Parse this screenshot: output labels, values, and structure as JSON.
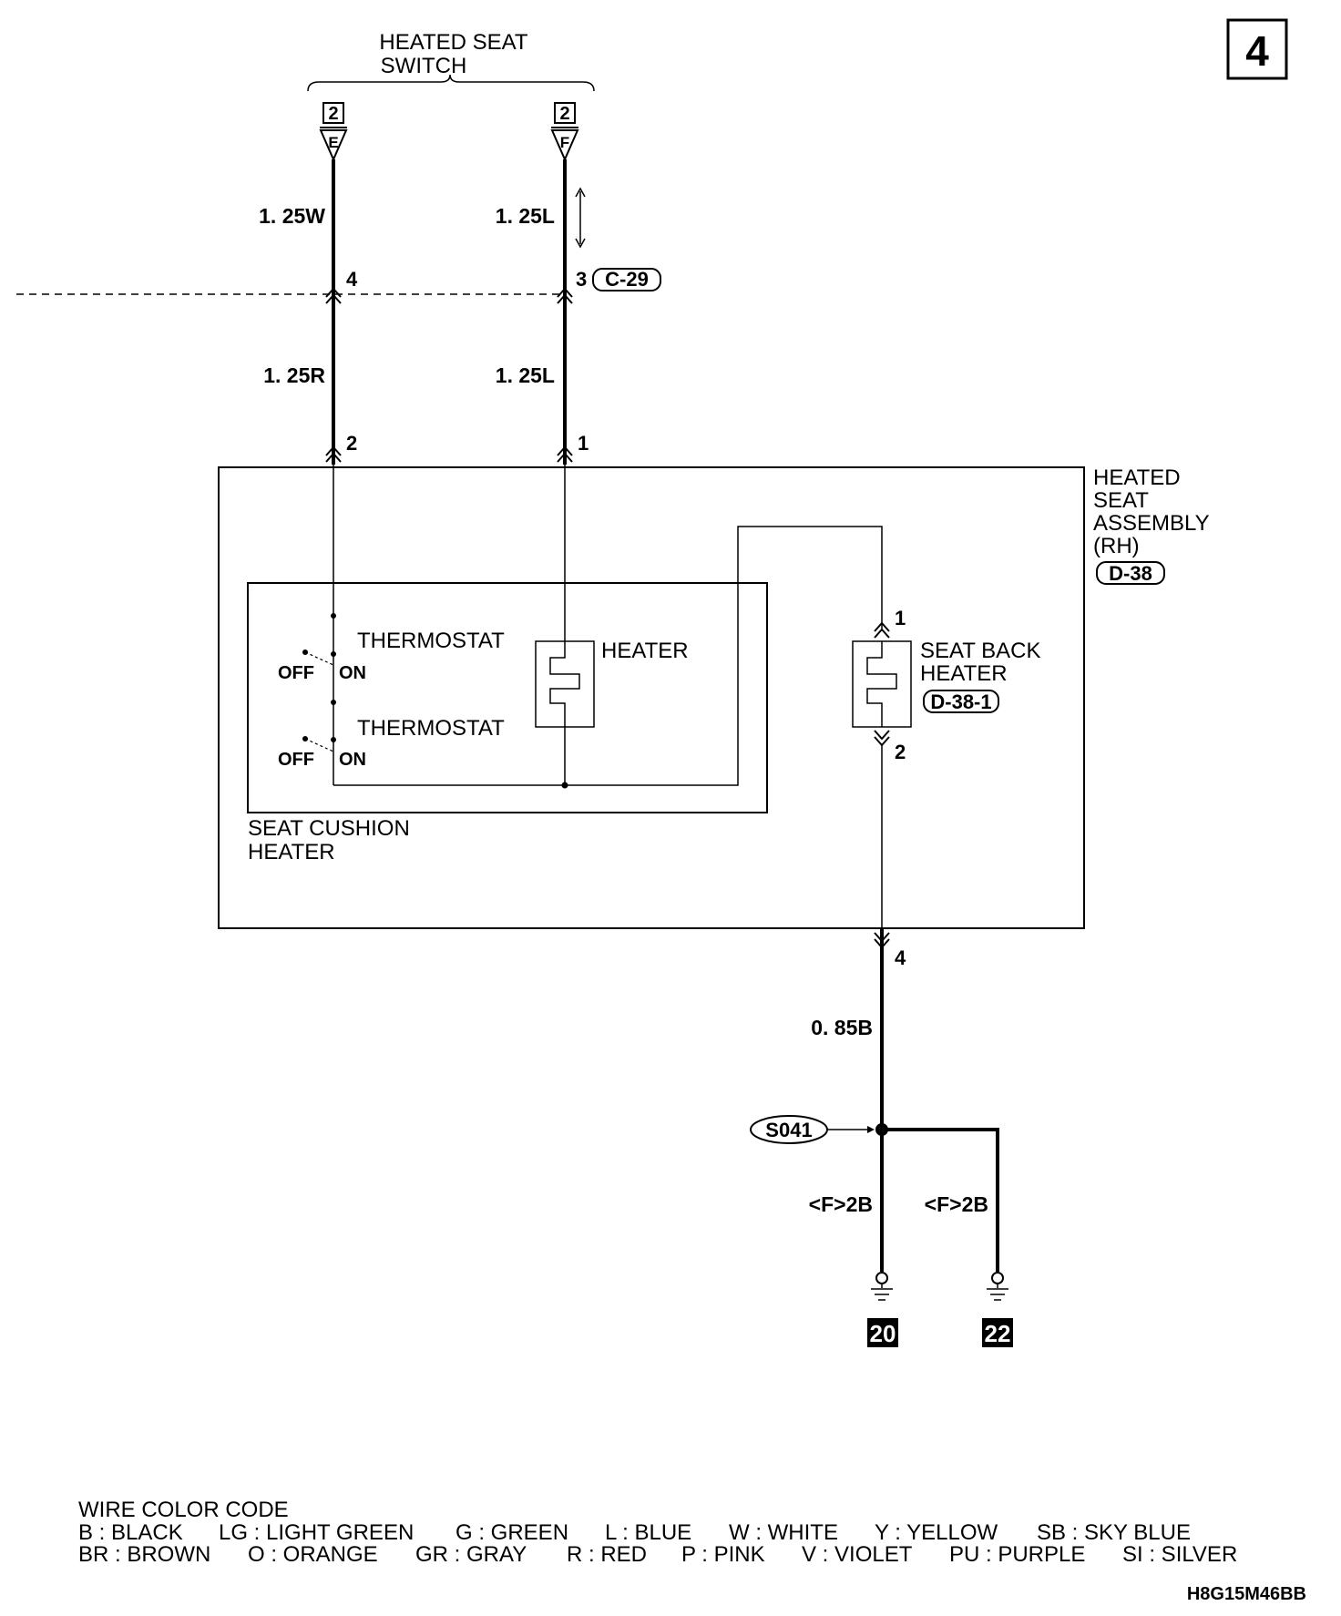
{
  "page_number": "4",
  "switch": {
    "title_line1": "HEATED SEAT",
    "title_line2": "SWITCH",
    "left_terminal": {
      "box": "2",
      "letter": "E"
    },
    "right_terminal": {
      "box": "2",
      "letter": "F"
    }
  },
  "wires": {
    "left_upper": "1. 25W",
    "right_upper": "1. 25L",
    "left_lower": "1. 25R",
    "right_lower": "1. 25L",
    "ground_main": "0. 85B",
    "ground_left": "<F>2B",
    "ground_right": "<F>2B"
  },
  "pins": {
    "c29_left": "4",
    "c29_right": "3",
    "assy_left": "2",
    "assy_right": "1",
    "back_top": "1",
    "back_bottom": "2",
    "assy_ground": "4"
  },
  "connectors": {
    "c29": "C-29",
    "d38": "D-38",
    "d38_1": "D-38-1"
  },
  "assembly": {
    "line1": "HEATED",
    "line2": "SEAT",
    "line3": "ASSEMBLY",
    "line4": "(RH)"
  },
  "cushion": {
    "thermostat1": "THERMOSTAT",
    "thermostat2": "THERMOSTAT",
    "off1": "OFF",
    "on1": "ON",
    "off2": "OFF",
    "on2": "ON",
    "heater": "HEATER",
    "label_line1": "SEAT CUSHION",
    "label_line2": "HEATER"
  },
  "seat_back": {
    "line1": "SEAT BACK",
    "line2": "HEATER"
  },
  "splice": "S041",
  "grounds": {
    "left": "20",
    "right": "22"
  },
  "legend": {
    "title": "WIRE COLOR CODE",
    "row1": [
      "B : BLACK",
      "LG : LIGHT GREEN",
      "G : GREEN",
      "L : BLUE",
      "W : WHITE",
      "Y : YELLOW",
      "SB : SKY BLUE"
    ],
    "row2": [
      "BR : BROWN",
      "O : ORANGE",
      "GR : GRAY",
      "R : RED",
      "P : PINK",
      "V : VIOLET",
      "PU : PURPLE",
      "SI : SILVER"
    ]
  },
  "diagram_code": "H8G15M46BB"
}
